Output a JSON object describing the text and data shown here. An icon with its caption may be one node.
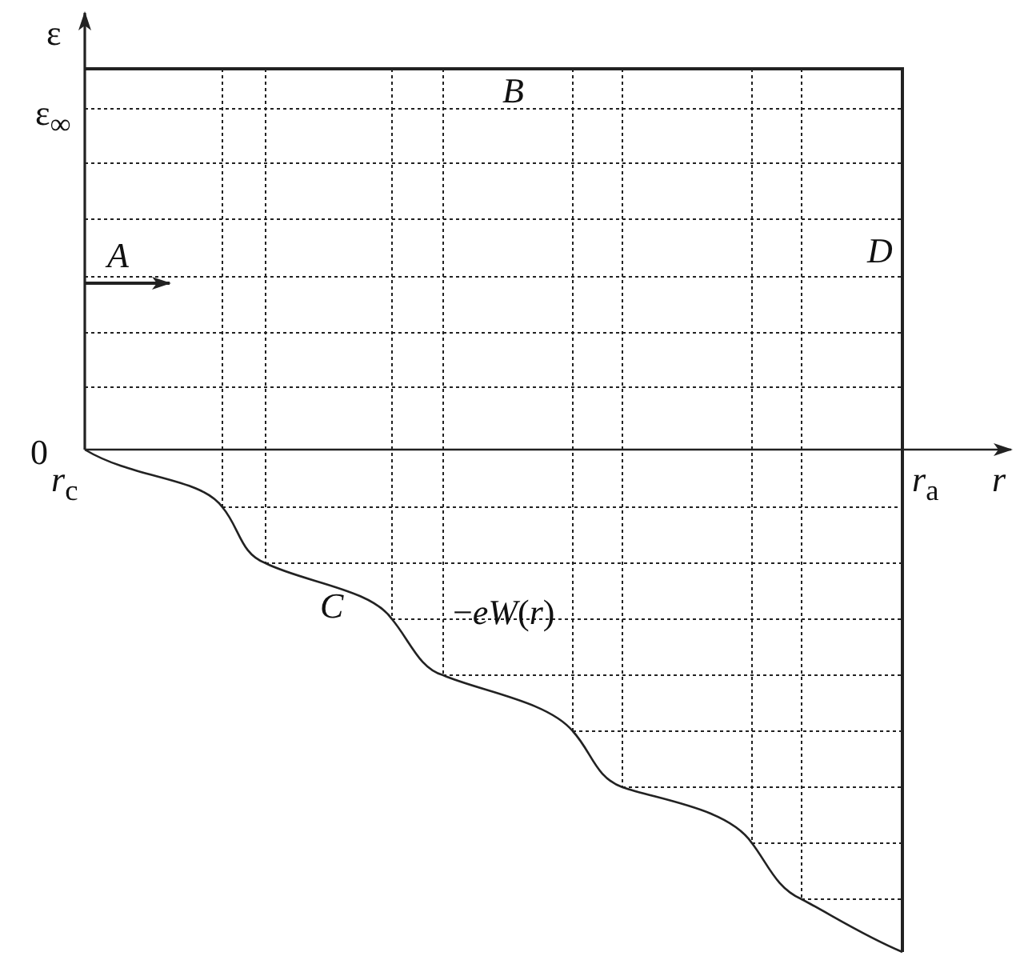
{
  "diagram": {
    "labels": [
      "ε",
      "ε$_{∞}$",
      "B",
      "A",
      "D",
      "0",
      "*r*$_{c}$",
      "*r*$_{a}$",
      "r",
      "C",
      "−*eW*(*r*)"
    ]
  }
}
